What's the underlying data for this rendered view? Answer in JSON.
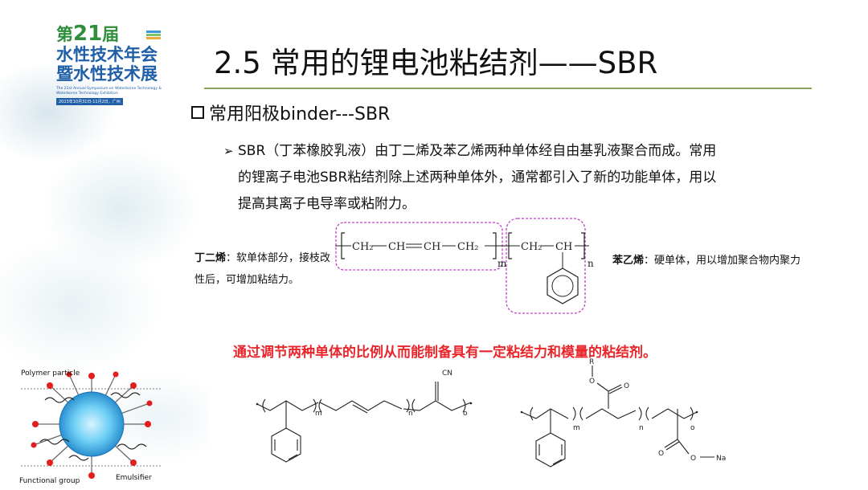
{
  "logo": {
    "line1_prefix": "第",
    "line1_number": "21",
    "line1_suffix": "届",
    "line2": "水性技术年会",
    "line3": "暨水性技术展",
    "english": "The 21st Annual Symposium on Waterborne Technology & Waterborne Technology Exhibition",
    "date": "2023年10月31日-11月2日，广州"
  },
  "title": "2.5 常用的锂电池粘结剂——SBR",
  "subhead": "常用阳极binder---SBR",
  "paragraph": [
    "SBR（丁苯橡胶乳液）由丁二烯及苯乙烯两种单体经自由基乳液聚合而成。常用",
    "的锂离子电池SBR粘结剂除上述两种单体外，通常都引入了新的功能单体，用以",
    "提高其离子电导率或粘附力。"
  ],
  "left_label": {
    "bold": "丁二烯",
    "text": "：软单体部分，接枝改性后，可增加粘结力。"
  },
  "right_label": {
    "bold": "苯乙烯",
    "text": "：硬单体，用以增加聚合物内聚力"
  },
  "structure_top": {
    "ch2_a": "CH₂",
    "ch_a": "CH",
    "ch_b": "CH",
    "ch2_b": "CH₂",
    "m": "m",
    "ch2_c": "CH₂",
    "ch_c": "CH",
    "n": "n"
  },
  "red_text": "通过调节两种单体的比例从而能制备具有一定粘结力和模量的粘结剂。",
  "structure_left": {
    "cn": "CN",
    "m": "m",
    "n": "n",
    "o": "o"
  },
  "structure_right": {
    "r": "R",
    "o1": "O",
    "o2": "O",
    "o3": "O",
    "o4": "O",
    "na": "Na",
    "m": "m",
    "n": "n",
    "o": "o"
  },
  "particle": {
    "polymer_particle": "Polymer particle",
    "functional_group": "Functional group",
    "emulsifier": "Emulsifier"
  }
}
